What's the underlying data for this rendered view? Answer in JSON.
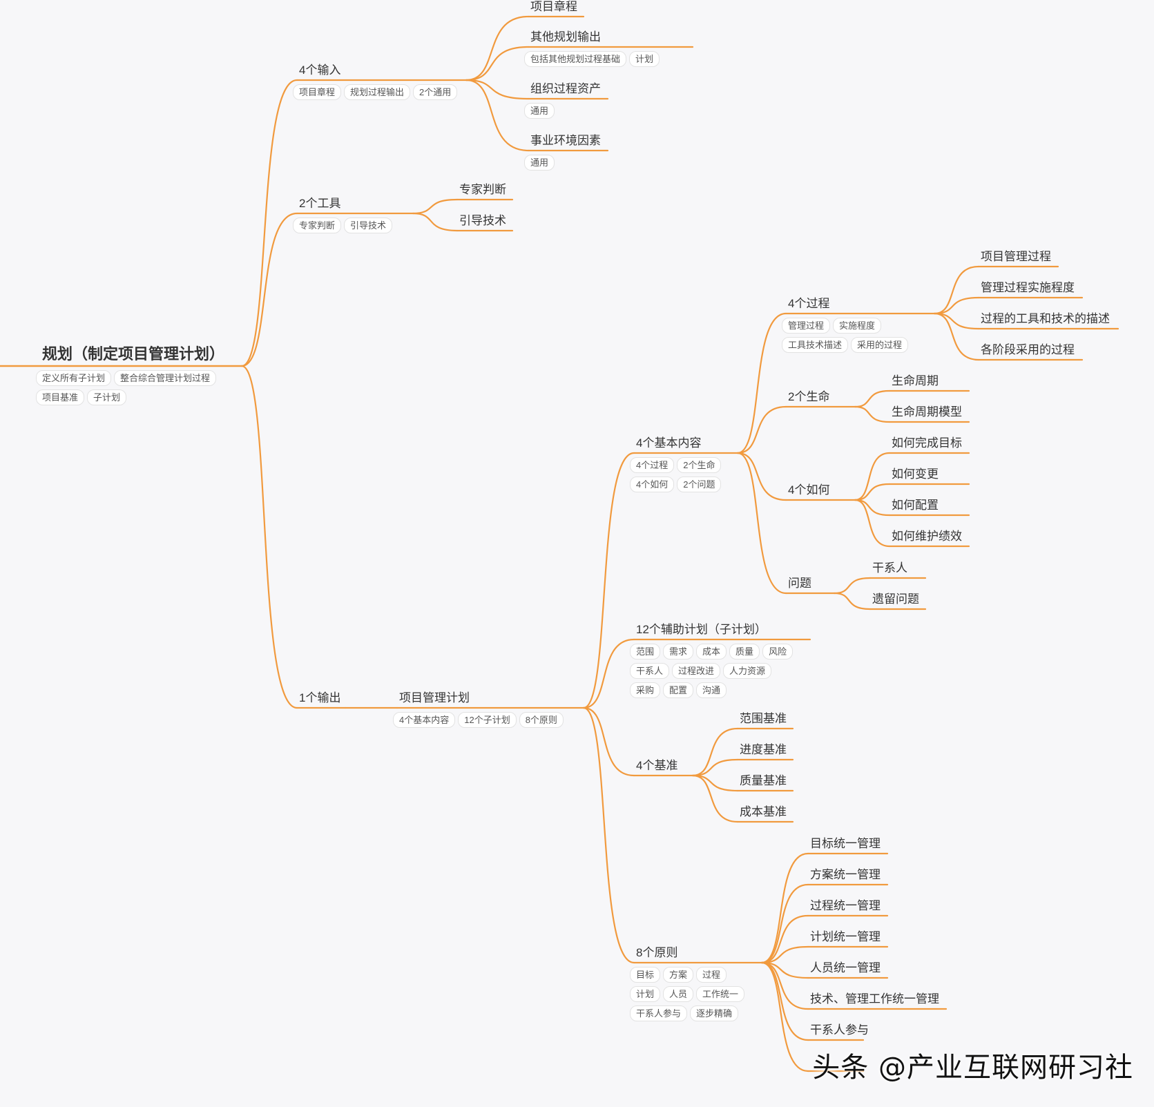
{
  "colors": {
    "branch": "#f19a3e",
    "tag_border": "#e2e2e2",
    "background": "#f7f7f9"
  },
  "watermark": "头条 @产业互联网研习社",
  "root": {
    "id": "root",
    "label": "规划（制定项目管理计划）",
    "root": true,
    "tags": [
      "定义所有子计划",
      "整合综合管理计划过程",
      "项目基准",
      "子计划"
    ],
    "children": [
      {
        "id": "inputs",
        "label": "4个输入",
        "tags": [
          "项目章程",
          "规划过程输出",
          "2个通用"
        ],
        "children": [
          {
            "id": "in1",
            "label": "项目章程"
          },
          {
            "id": "in2",
            "label": "其他规划输出",
            "tags": [
              "包括其他规划过程基础",
              "计划"
            ]
          },
          {
            "id": "in3",
            "label": "组织过程资产",
            "tags": [
              "通用"
            ]
          },
          {
            "id": "in4",
            "label": "事业环境因素",
            "tags": [
              "通用"
            ]
          }
        ]
      },
      {
        "id": "tools",
        "label": "2个工具",
        "tags": [
          "专家判断",
          "引导技术"
        ],
        "children": [
          {
            "id": "t1",
            "label": "专家判断"
          },
          {
            "id": "t2",
            "label": "引导技术"
          }
        ]
      },
      {
        "id": "output",
        "label": "1个输出",
        "children": [
          {
            "id": "plan",
            "label": "项目管理计划",
            "tags": [
              "4个基本内容",
              "12个子计划",
              "8个原则"
            ],
            "children": [
              {
                "id": "basic",
                "label": "4个基本内容",
                "tags": [
                  "4个过程",
                  "2个生命",
                  "4个如何",
                  "2个问题"
                ],
                "children": [
                  {
                    "id": "proc",
                    "label": "4个过程",
                    "tags": [
                      "管理过程",
                      "实施程度",
                      "工具技术描述",
                      "采用的过程"
                    ],
                    "children": [
                      {
                        "id": "p1",
                        "label": "项目管理过程"
                      },
                      {
                        "id": "p2",
                        "label": "管理过程实施程度"
                      },
                      {
                        "id": "p3",
                        "label": "过程的工具和技术的描述"
                      },
                      {
                        "id": "p4",
                        "label": "各阶段采用的过程"
                      }
                    ]
                  },
                  {
                    "id": "life",
                    "label": "2个生命",
                    "children": [
                      {
                        "id": "l1",
                        "label": "生命周期"
                      },
                      {
                        "id": "l2",
                        "label": "生命周期模型"
                      }
                    ]
                  },
                  {
                    "id": "how",
                    "label": "4个如何",
                    "children": [
                      {
                        "id": "h1",
                        "label": "如何完成目标"
                      },
                      {
                        "id": "h2",
                        "label": "如何变更"
                      },
                      {
                        "id": "h3",
                        "label": "如何配置"
                      },
                      {
                        "id": "h4",
                        "label": "如何维护绩效"
                      }
                    ]
                  },
                  {
                    "id": "issue",
                    "label": "问题",
                    "children": [
                      {
                        "id": "q1",
                        "label": "干系人"
                      },
                      {
                        "id": "q2",
                        "label": "遗留问题"
                      }
                    ]
                  }
                ]
              },
              {
                "id": "sub",
                "label": "12个辅助计划（子计划）",
                "tags": [
                  "范围",
                  "需求",
                  "成本",
                  "质量",
                  "风险",
                  "干系人",
                  "过程改进",
                  "人力资源",
                  "采购",
                  "配置",
                  "沟通"
                ]
              },
              {
                "id": "base",
                "label": "4个基准",
                "children": [
                  {
                    "id": "b1",
                    "label": "范围基准"
                  },
                  {
                    "id": "b2",
                    "label": "进度基准"
                  },
                  {
                    "id": "b3",
                    "label": "质量基准"
                  },
                  {
                    "id": "b4",
                    "label": "成本基准"
                  }
                ]
              },
              {
                "id": "prin",
                "label": "8个原则",
                "tags": [
                  "目标",
                  "方案",
                  "过程",
                  "计划",
                  "人员",
                  "工作统一",
                  "干系人参与",
                  "逐步精确"
                ],
                "children": [
                  {
                    "id": "r1",
                    "label": "目标统一管理"
                  },
                  {
                    "id": "r2",
                    "label": "方案统一管理"
                  },
                  {
                    "id": "r3",
                    "label": "过程统一管理"
                  },
                  {
                    "id": "r4",
                    "label": "计划统一管理"
                  },
                  {
                    "id": "r5",
                    "label": "人员统一管理"
                  },
                  {
                    "id": "r6",
                    "label": "技术、管理工作统一管理"
                  },
                  {
                    "id": "r7",
                    "label": "干系人参与"
                  },
                  {
                    "id": "r8",
                    "label": ""
                  }
                ]
              }
            ]
          }
        ]
      }
    ]
  }
}
